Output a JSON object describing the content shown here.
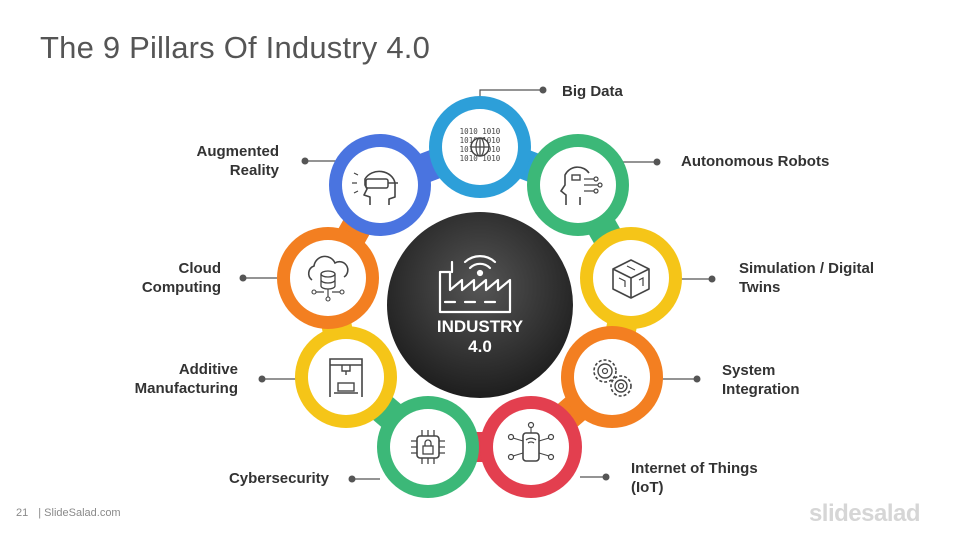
{
  "title": "The 9 Pillars Of Industry 4.0",
  "center": {
    "line1": "INDUSTRY",
    "line2": "4.0",
    "icon": "factory-wifi-icon"
  },
  "pillars": [
    {
      "label": "Big Data",
      "color": "#2d9fd9",
      "icon": "binary-globe-icon"
    },
    {
      "label": "Autonomous Robots",
      "color": "#3cb878",
      "icon": "robot-head-icon"
    },
    {
      "label": "Simulation / Digital Twins",
      "color": "#f5c518",
      "icon": "circuit-cube-icon"
    },
    {
      "label": "System Integration",
      "color": "#f37f21",
      "icon": "gears-icon"
    },
    {
      "label": "Internet of Things (IoT)",
      "color": "#e33f4f",
      "icon": "phone-network-icon"
    },
    {
      "label": "Cybersecurity",
      "color": "#3cb878",
      "icon": "chip-lock-icon"
    },
    {
      "label": "Additive Manufacturing",
      "color": "#f5c518",
      "icon": "3d-printer-icon"
    },
    {
      "label": "Cloud Computing",
      "color": "#f37f21",
      "icon": "cloud-database-icon"
    },
    {
      "label": "Augmented Reality",
      "color": "#4a74e0",
      "icon": "vr-headset-icon"
    }
  ],
  "footer": {
    "page": "21",
    "site": "| SlideSalad.com",
    "brand": "slidesalad"
  }
}
